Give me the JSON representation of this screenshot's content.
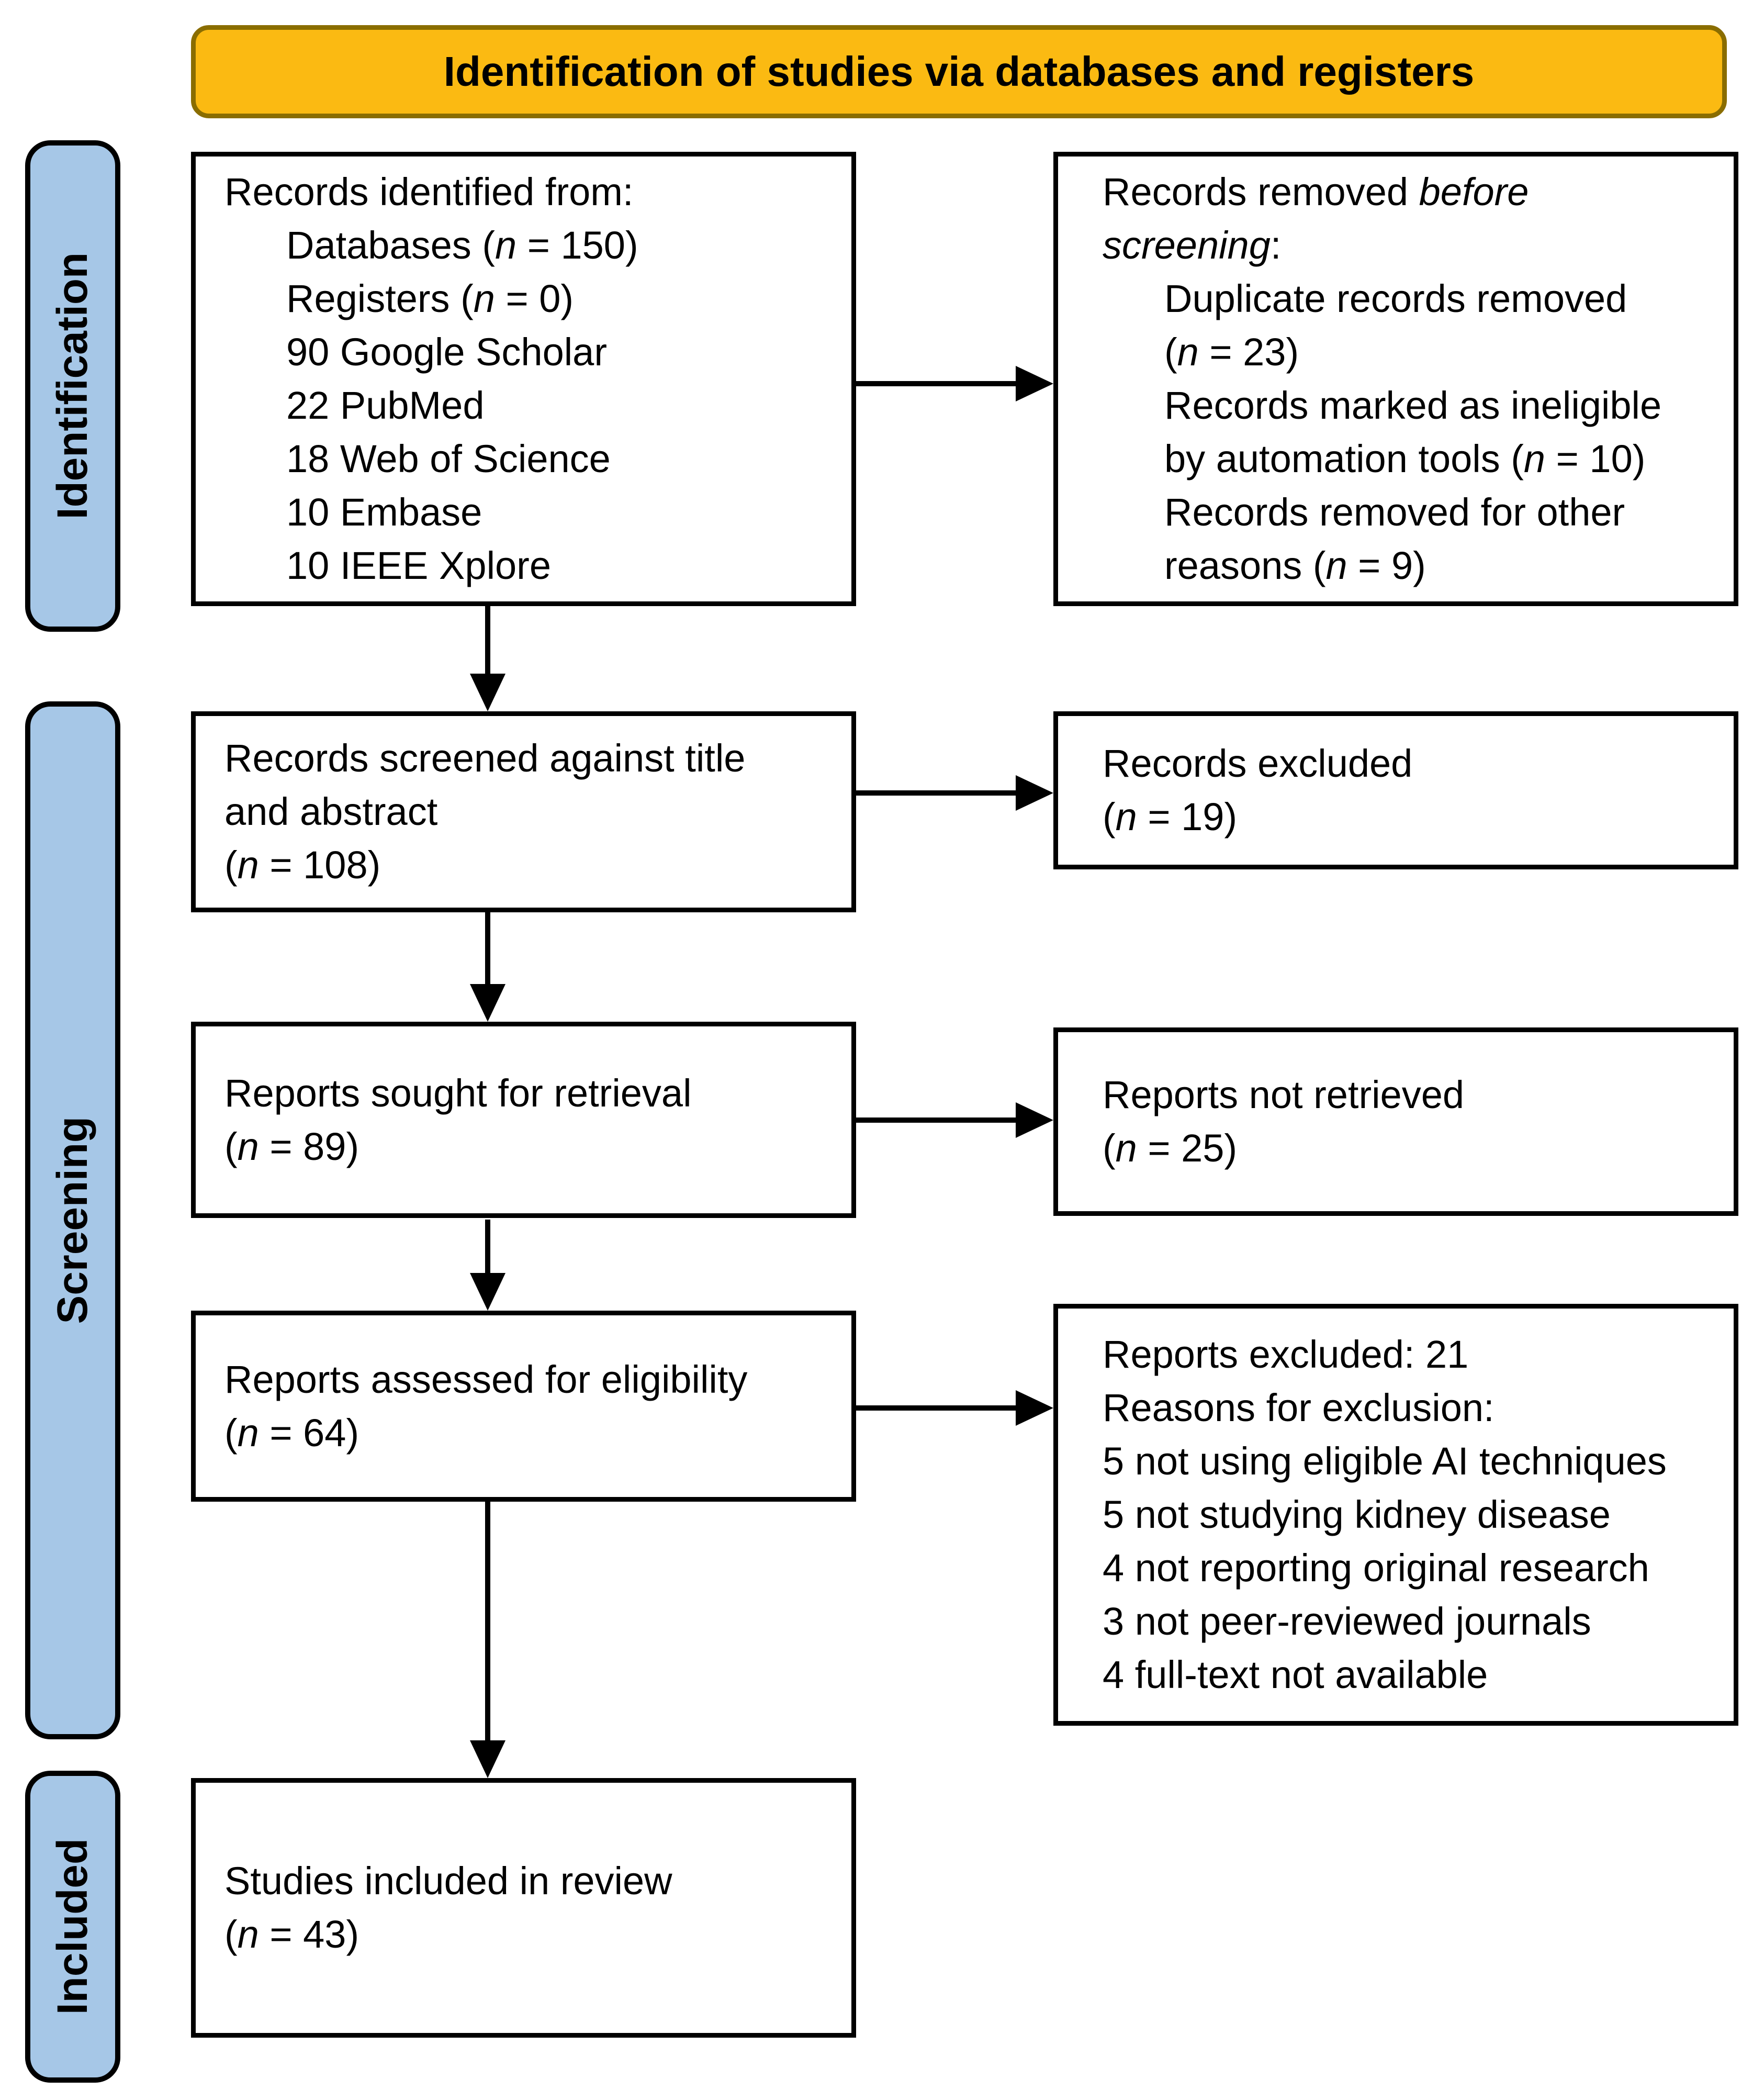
{
  "banner": {
    "title": "Identification of studies via databases and registers"
  },
  "stages": [
    {
      "label": "Identification"
    },
    {
      "label": "Screening"
    },
    {
      "label": "Included"
    }
  ],
  "colors": {
    "banner-bg": "#FBBA12",
    "banner-border": "#8A6D00",
    "stage-bg": "#A6C7E7",
    "box-border": "#000000",
    "arrow": "#000000",
    "text": "#000000"
  },
  "boxes": {
    "records_identified": {
      "lines": [
        {
          "text": "Records identified from:",
          "indent": 0
        },
        {
          "text": "Databases (n = 150)",
          "indent": 1
        },
        {
          "text": "Registers (n = 0)",
          "indent": 1
        },
        {
          "text": "90 Google Scholar",
          "indent": 1
        },
        {
          "text": "22 PubMed",
          "indent": 1
        },
        {
          "text": "18 Web of Science",
          "indent": 1
        },
        {
          "text": "10 Embase",
          "indent": 1
        },
        {
          "text": "10 IEEE Xplore",
          "indent": 1
        }
      ]
    },
    "records_removed": {
      "lines": [
        {
          "text": "Records removed before",
          "indent": 0,
          "italic_sub": "before"
        },
        {
          "text": "screening:",
          "indent": 0,
          "italic_sub": "screening"
        },
        {
          "text": "Duplicate records removed",
          "indent": 1
        },
        {
          "text": "(n = 23)",
          "indent": 1
        },
        {
          "text": "Records marked as ineligible",
          "indent": 1
        },
        {
          "text": "by automation tools (n = 10)",
          "indent": 1
        },
        {
          "text": "Records removed for other",
          "indent": 1
        },
        {
          "text": "reasons (n = 9)",
          "indent": 1
        }
      ]
    },
    "records_screened": {
      "lines": [
        {
          "text": "Records screened against title",
          "indent": 0
        },
        {
          "text": "and abstract",
          "indent": 0
        },
        {
          "text": "(n = 108)",
          "indent": 0
        }
      ]
    },
    "records_excluded": {
      "lines": [
        {
          "text": "Records excluded",
          "indent": 0
        },
        {
          "text": "(n = 19)",
          "indent": 0
        }
      ]
    },
    "reports_sought": {
      "lines": [
        {
          "text": "Reports sought for retrieval",
          "indent": 0
        },
        {
          "text": "(n = 89)",
          "indent": 0
        }
      ]
    },
    "reports_not_retrieved": {
      "lines": [
        {
          "text": "Reports not retrieved",
          "indent": 0
        },
        {
          "text": "(n = 25)",
          "indent": 0
        }
      ]
    },
    "reports_assessed": {
      "lines": [
        {
          "text": "Reports assessed for eligibility",
          "indent": 0
        },
        {
          "text": "(n = 64)",
          "indent": 0
        }
      ]
    },
    "reports_excluded": {
      "lines": [
        {
          "text": "Reports excluded: 21",
          "indent": 0
        },
        {
          "text": "Reasons for exclusion:",
          "indent": 0
        },
        {
          "text": "5 not using eligible AI techniques",
          "indent": 0
        },
        {
          "text": "5 not studying kidney disease",
          "indent": 0
        },
        {
          "text": "4 not reporting original research",
          "indent": 0
        },
        {
          "text": "3 not peer-reviewed journals",
          "indent": 0
        },
        {
          "text": "4 full-text not available",
          "indent": 0
        }
      ]
    },
    "studies_included": {
      "lines": [
        {
          "text": "Studies included in review",
          "indent": 0
        },
        {
          "text": "(n = 43)",
          "indent": 0
        }
      ]
    }
  }
}
